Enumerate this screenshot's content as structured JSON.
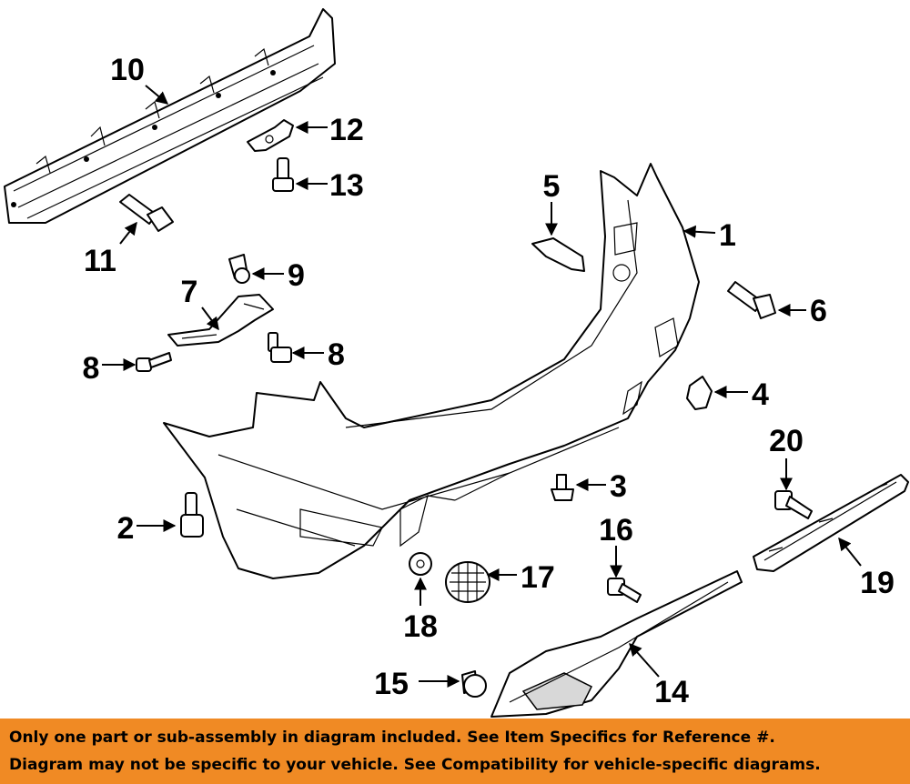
{
  "callouts": [
    {
      "id": "c1",
      "label": "1"
    },
    {
      "id": "c2",
      "label": "2"
    },
    {
      "id": "c3",
      "label": "3"
    },
    {
      "id": "c4",
      "label": "4"
    },
    {
      "id": "c5",
      "label": "5"
    },
    {
      "id": "c6",
      "label": "6"
    },
    {
      "id": "c7",
      "label": "7"
    },
    {
      "id": "c8a",
      "label": "8"
    },
    {
      "id": "c8b",
      "label": "8"
    },
    {
      "id": "c9",
      "label": "9"
    },
    {
      "id": "c10",
      "label": "10"
    },
    {
      "id": "c11",
      "label": "11"
    },
    {
      "id": "c12",
      "label": "12"
    },
    {
      "id": "c13",
      "label": "13"
    },
    {
      "id": "c14",
      "label": "14"
    },
    {
      "id": "c15",
      "label": "15"
    },
    {
      "id": "c16",
      "label": "16"
    },
    {
      "id": "c17",
      "label": "17"
    },
    {
      "id": "c18",
      "label": "18"
    },
    {
      "id": "c19",
      "label": "19"
    },
    {
      "id": "c20",
      "label": "20"
    }
  ],
  "disclaimer": {
    "line1": "Only one part or sub-assembly in diagram included. See Item Specifics for Reference #.",
    "line2": "Diagram may not be specific to your vehicle. See Compatibility for vehicle-specific diagrams.",
    "background": "#f08a24"
  }
}
